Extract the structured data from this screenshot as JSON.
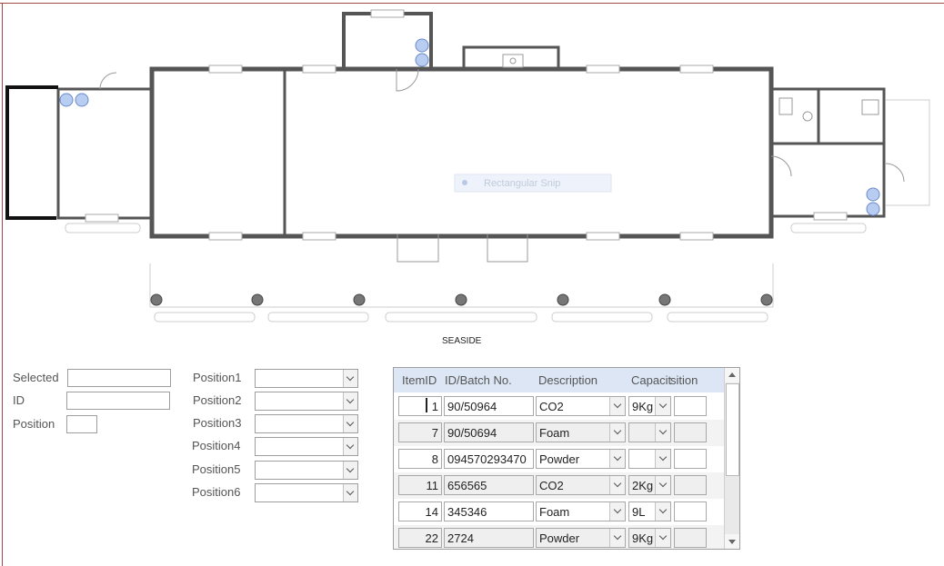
{
  "plan": {
    "label": "SEASIDE",
    "snip_label": "Rectangular Snip"
  },
  "form": {
    "selected_label": "Selected",
    "selected_value": "",
    "id_label": "ID",
    "id_value": "",
    "position_label": "Position",
    "position_value": "",
    "positions": [
      {
        "label": "Position1",
        "value": ""
      },
      {
        "label": "Position2",
        "value": ""
      },
      {
        "label": "Position3",
        "value": ""
      },
      {
        "label": "Position4",
        "value": ""
      },
      {
        "label": "Position5",
        "value": ""
      },
      {
        "label": "Position6",
        "value": ""
      }
    ]
  },
  "table": {
    "headers": [
      "ItemID",
      "ID/Batch No.",
      "Description",
      "Capacit",
      "sition"
    ],
    "rows": [
      {
        "item_id": "1",
        "batch": "90/50964",
        "description": "CO2",
        "capacity": "9Kg",
        "position": ""
      },
      {
        "item_id": "7",
        "batch": "90/50694",
        "description": "Foam",
        "capacity": "",
        "position": ""
      },
      {
        "item_id": "8",
        "batch": "094570293470",
        "description": "Powder",
        "capacity": "",
        "position": ""
      },
      {
        "item_id": "11",
        "batch": "656565",
        "description": "CO2",
        "capacity": "2Kg",
        "position": ""
      },
      {
        "item_id": "14",
        "batch": "345346",
        "description": "Foam",
        "capacity": "9L",
        "position": ""
      },
      {
        "item_id": "22",
        "batch": "2724",
        "description": "Powder",
        "capacity": "9Kg",
        "position": ""
      }
    ]
  },
  "colors": {
    "wall": "#555555",
    "marker_fill": "#b8cdf2",
    "marker_stroke": "#6a8ac8",
    "frame": "#a04848",
    "header_bg": "#dce6f4"
  }
}
